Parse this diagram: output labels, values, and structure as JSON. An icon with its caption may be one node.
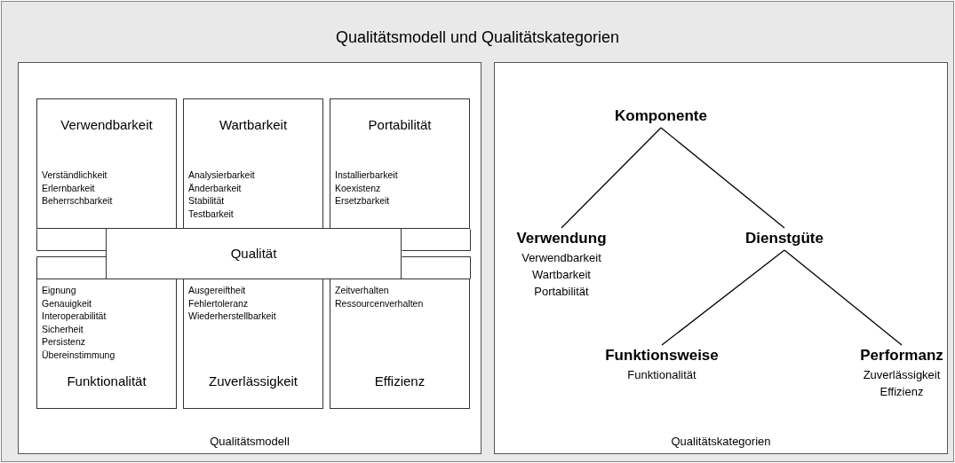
{
  "diagram": {
    "title": "Qualitätsmodell und Qualitätskategorien",
    "nodes": [
      {
        "text": [
          "Qualitätsmodell"
        ]
      },
      {
        "text": [
          "Verwendbarkeit",
          "Verständlichkeit",
          "Erlernbarkeit",
          "Beherrschbarkeit"
        ],
        "in": 0
      },
      {
        "text": [
          "Wartbarkeit",
          "Analysierbarkeit",
          "Änderbarkeit",
          "Stabilität",
          "Testbarkeit"
        ],
        "in": 0
      },
      {
        "text": [
          "Portabilität",
          "Installierbarkeit",
          "Koexistenz",
          "Ersetzbarkeit"
        ],
        "in": 0
      },
      {
        "text": [
          "Eignung",
          "Genauigkeit",
          "Interoperabilität",
          "Sicherheit",
          "Persistenz",
          "Übereinstimmung",
          "Funktionalität"
        ],
        "in": 0
      },
      {
        "text": [
          "Ausgereiftheit",
          "Fehlertoleranz",
          "Wiederherstellbarkeit",
          "Zuverlässigkeit"
        ],
        "in": 0
      },
      {
        "text": [
          "Zeitverhalten",
          "Ressourcenverhalten",
          "Effizienz"
        ],
        "in": 0
      },
      {
        "text": [
          "Qualität"
        ],
        "in": 0
      },
      {
        "text": [
          "Qualitätskategorien"
        ]
      },
      {
        "text": [
          "Komponente"
        ],
        "in": 8
      },
      {
        "text": [
          "Verwendung",
          "Verwendbarkeit",
          "Wartbarkeit",
          "Portabilität"
        ],
        "in": 8
      },
      {
        "text": [
          "Dienstgüte"
        ],
        "in": 8
      },
      {
        "text": [
          "Funktionsweise",
          "Funktionalität"
        ],
        "in": 8
      },
      {
        "text": [
          "Performanz",
          "Zuverlässigkeit",
          "Effizienz"
        ],
        "in": 8
      }
    ],
    "edges": [
      {
        "from": 9,
        "to": 10,
        "arrow": "none"
      },
      {
        "from": 9,
        "to": 11,
        "arrow": "none"
      },
      {
        "from": 11,
        "to": 12,
        "arrow": "none"
      },
      {
        "from": 11,
        "to": 13,
        "arrow": "none"
      }
    ]
  }
}
